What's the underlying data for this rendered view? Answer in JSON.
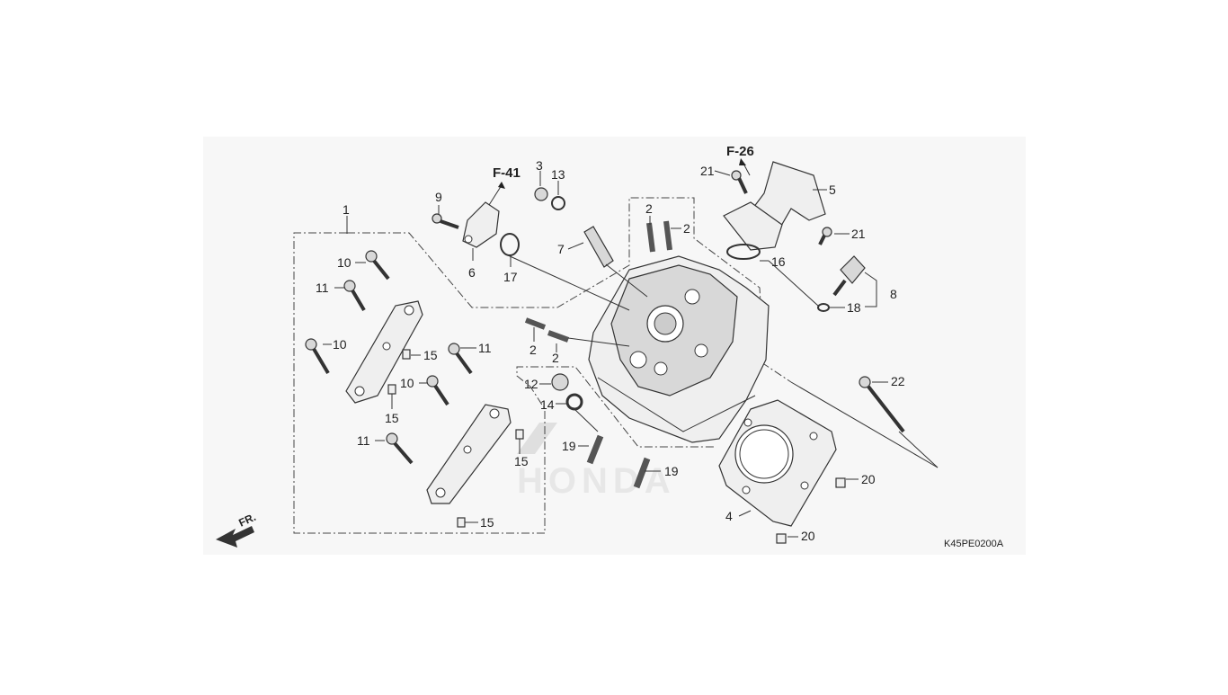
{
  "diagram": {
    "ref_codes": {
      "f41": "F-41",
      "f26": "F-26"
    },
    "direction_label": "FR.",
    "figure_code": "K45PE0200A",
    "callouts": {
      "c1": "1",
      "c2a": "2",
      "c2b": "2",
      "c2c": "2",
      "c2d": "2",
      "c3": "3",
      "c4": "4",
      "c5": "5",
      "c6": "6",
      "c7": "7",
      "c8": "8",
      "c9": "9",
      "c10a": "10",
      "c10b": "10",
      "c10c": "10",
      "c11a": "11",
      "c11b": "11",
      "c11c": "11",
      "c12": "12",
      "c13": "13",
      "c14": "14",
      "c15a": "15",
      "c15b": "15",
      "c15c": "15",
      "c15d": "15",
      "c16": "16",
      "c17": "17",
      "c18": "18",
      "c19a": "19",
      "c19b": "19",
      "c20a": "20",
      "c20b": "20",
      "c21a": "21",
      "c21b": "21",
      "c22": "22"
    },
    "watermark": "HONDA",
    "colors": {
      "panel": "#f7f7f7",
      "ink": "#222222",
      "part": "#efefef",
      "part_dark": "#d8d8d8"
    }
  }
}
